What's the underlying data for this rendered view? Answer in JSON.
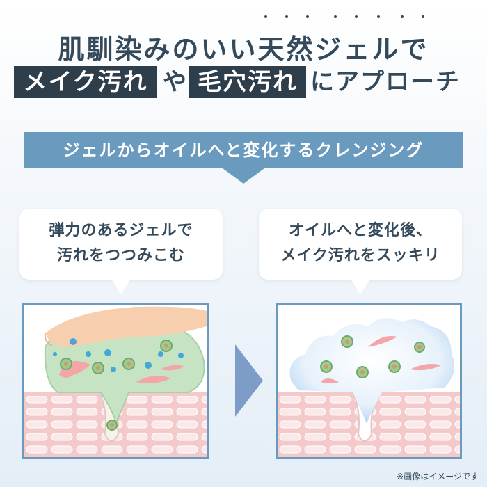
{
  "headline": {
    "line1": "肌馴染みのいい天然ジェルで",
    "highlight1": "メイク汚れ",
    "connector": "や",
    "highlight2": "毛穴汚れ",
    "tail": "にアプローチ"
  },
  "banner": {
    "text": "ジェルからオイルへと変化するクレンジング"
  },
  "left_step": {
    "line1": "弾力のあるジェルで",
    "line2": "汚れをつつみこむ",
    "illustration": "gel-wrapping-dirt-illustration"
  },
  "right_step": {
    "line1": "オイルへと変化後、",
    "line2": "メイク汚れをスッキリ",
    "illustration": "oil-removing-dirt-illustration"
  },
  "note": "※画像はイメージです",
  "colors": {
    "dark_navy": "#2f3e4b",
    "banner_blue": "#6b9abf",
    "skin_pink": "#f5cfcf",
    "gel_green": "#bfe0c0",
    "oil_blue": "#cfe4f5"
  }
}
